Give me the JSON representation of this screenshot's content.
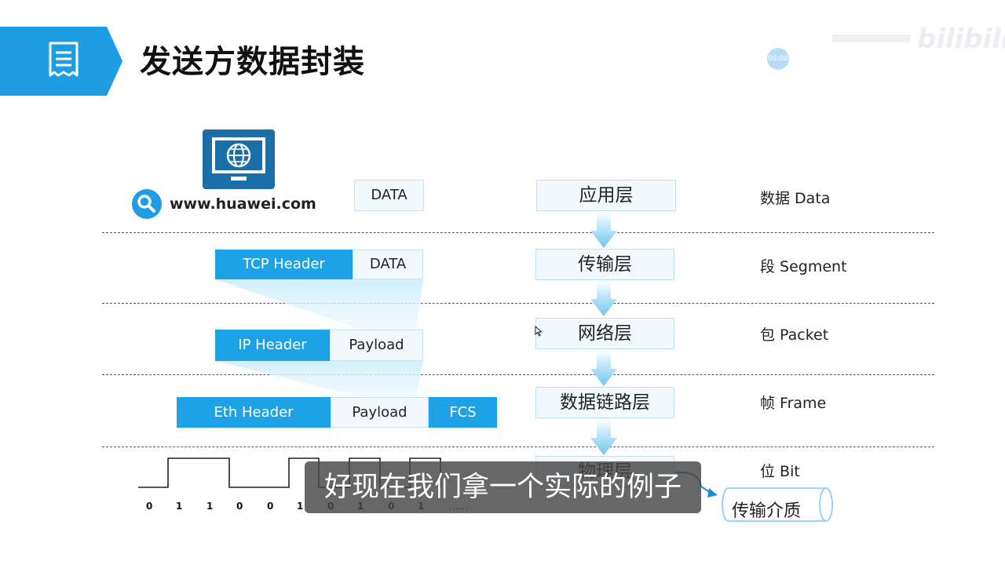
{
  "header": {
    "title": "发送方数据封装",
    "timer": "00:00"
  },
  "host": {
    "url": "www.huawei.com"
  },
  "rows": [
    {
      "layer": "应用层",
      "unit": "数据 Data"
    },
    {
      "layer": "传输层",
      "unit": "段 Segment"
    },
    {
      "layer": "网络层",
      "unit": "包 Packet"
    },
    {
      "layer": "数据链路层",
      "unit": "帧 Frame"
    },
    {
      "layer": "物理层",
      "unit": "位 Bit"
    }
  ],
  "packets": {
    "app_data": "DATA",
    "tcp": {
      "header": "TCP Header",
      "data": "DATA"
    },
    "ip": {
      "header": "IP Header",
      "payload": "Payload"
    },
    "eth": {
      "header": "Eth Header",
      "payload": "Payload",
      "fcs": "FCS"
    }
  },
  "bits": {
    "values": [
      "0",
      "1",
      "1",
      "0",
      "0",
      "1",
      "0",
      "1",
      "0",
      "1"
    ],
    "ellipsis": "……"
  },
  "medium": "传输介质",
  "subtitle": "好现在我们拿一个实际的例子",
  "colors": {
    "accent": "#1ea2e6",
    "box_fill": "#f2f9fd"
  }
}
